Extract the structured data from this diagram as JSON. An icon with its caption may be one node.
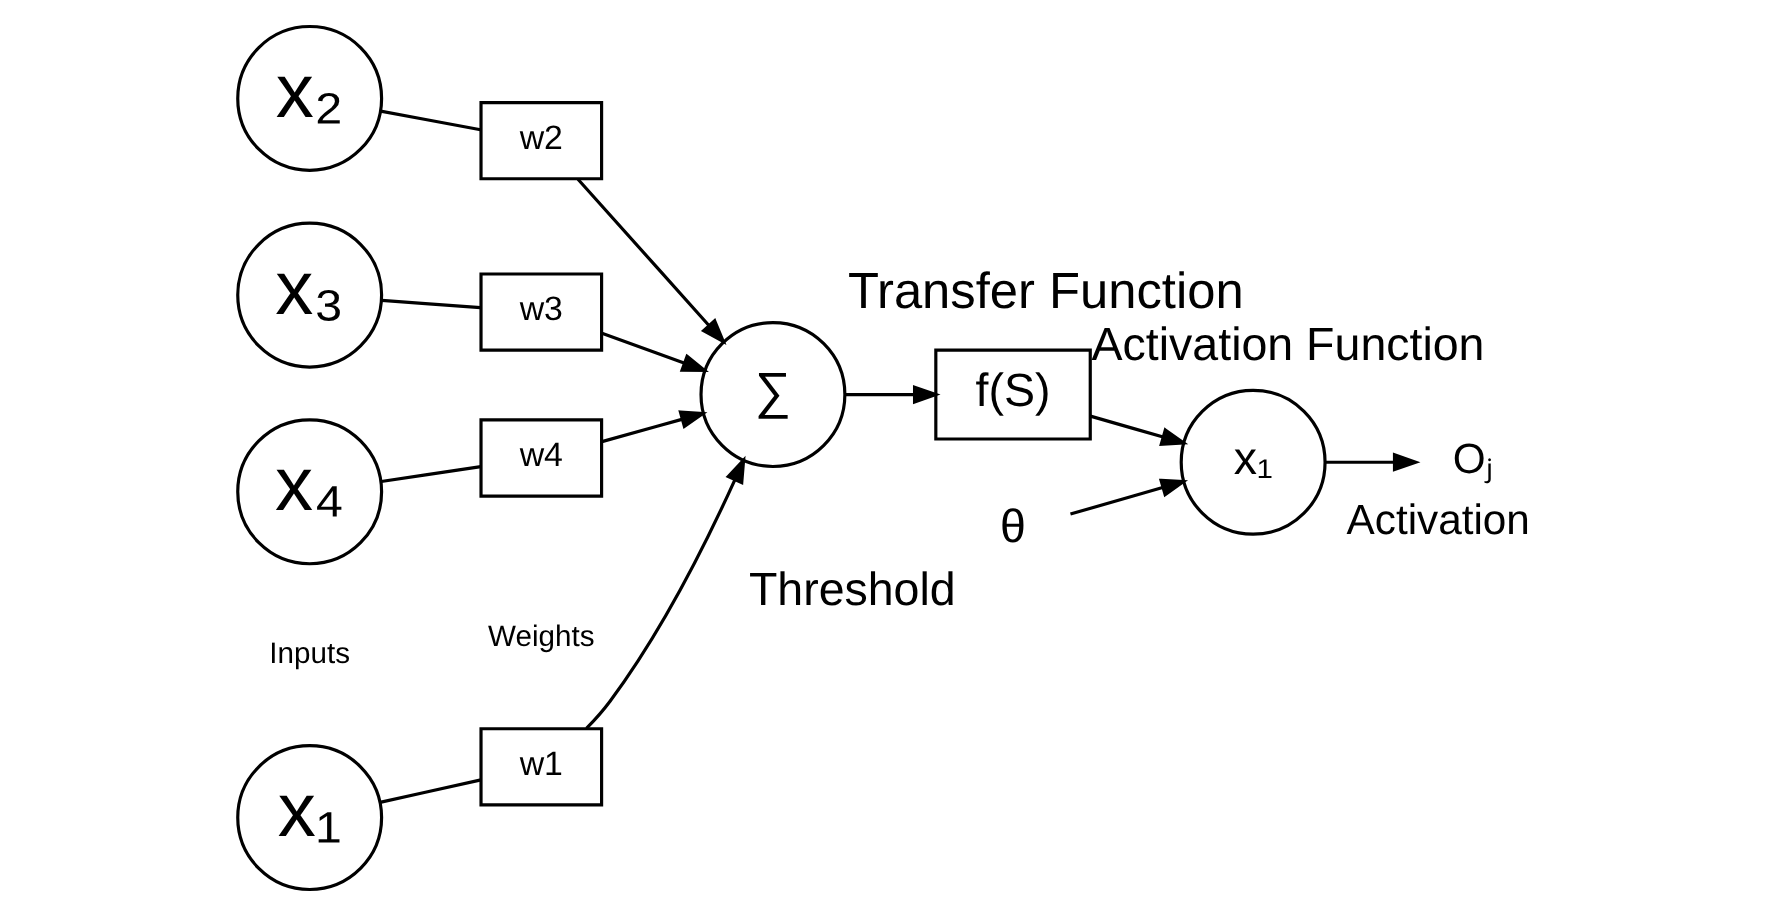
{
  "diagram": {
    "nodes": [
      {
        "text": [
          "x₁"
        ]
      },
      {
        "text": [
          "x₂"
        ]
      },
      {
        "text": [
          "x₃"
        ]
      },
      {
        "text": [
          "x₄"
        ]
      },
      {
        "text": [
          "w1"
        ]
      },
      {
        "text": [
          "w2"
        ]
      },
      {
        "text": [
          "w3"
        ]
      },
      {
        "text": [
          "w4"
        ]
      },
      {
        "text": [
          "∑"
        ],
        "beside": [
          "Transfer Function"
        ]
      },
      {
        "text": [
          "f(S)"
        ],
        "beside": [
          "Activation Function"
        ]
      },
      {
        "text": [
          "x₁"
        ]
      },
      {
        "text": [
          "Oⱼ"
        ],
        "beside": [
          "Activation"
        ]
      },
      {
        "text": [
          "θ"
        ],
        "beside": [
          "Threshold"
        ]
      }
    ],
    "edges": [
      {
        "from": 0,
        "to": 4,
        "arrow": "none"
      },
      {
        "from": 1,
        "to": 5,
        "arrow": "none"
      },
      {
        "from": 2,
        "to": 6,
        "arrow": "none"
      },
      {
        "from": 3,
        "to": 7,
        "arrow": "none"
      },
      {
        "from": 4,
        "to": 8,
        "arrow": "to"
      },
      {
        "from": 5,
        "to": 8,
        "arrow": "to"
      },
      {
        "from": 6,
        "to": 8,
        "arrow": "to"
      },
      {
        "from": 7,
        "to": 8,
        "arrow": "to"
      },
      {
        "from": 8,
        "to": 9,
        "arrow": "to"
      },
      {
        "from": 9,
        "to": 10,
        "arrow": "to"
      },
      {
        "from": 10,
        "to": 11,
        "arrow": "to"
      },
      {
        "from": 12,
        "to": 10,
        "arrow": "to"
      }
    ],
    "labels": [
      "Inputs",
      "Weights"
    ]
  }
}
